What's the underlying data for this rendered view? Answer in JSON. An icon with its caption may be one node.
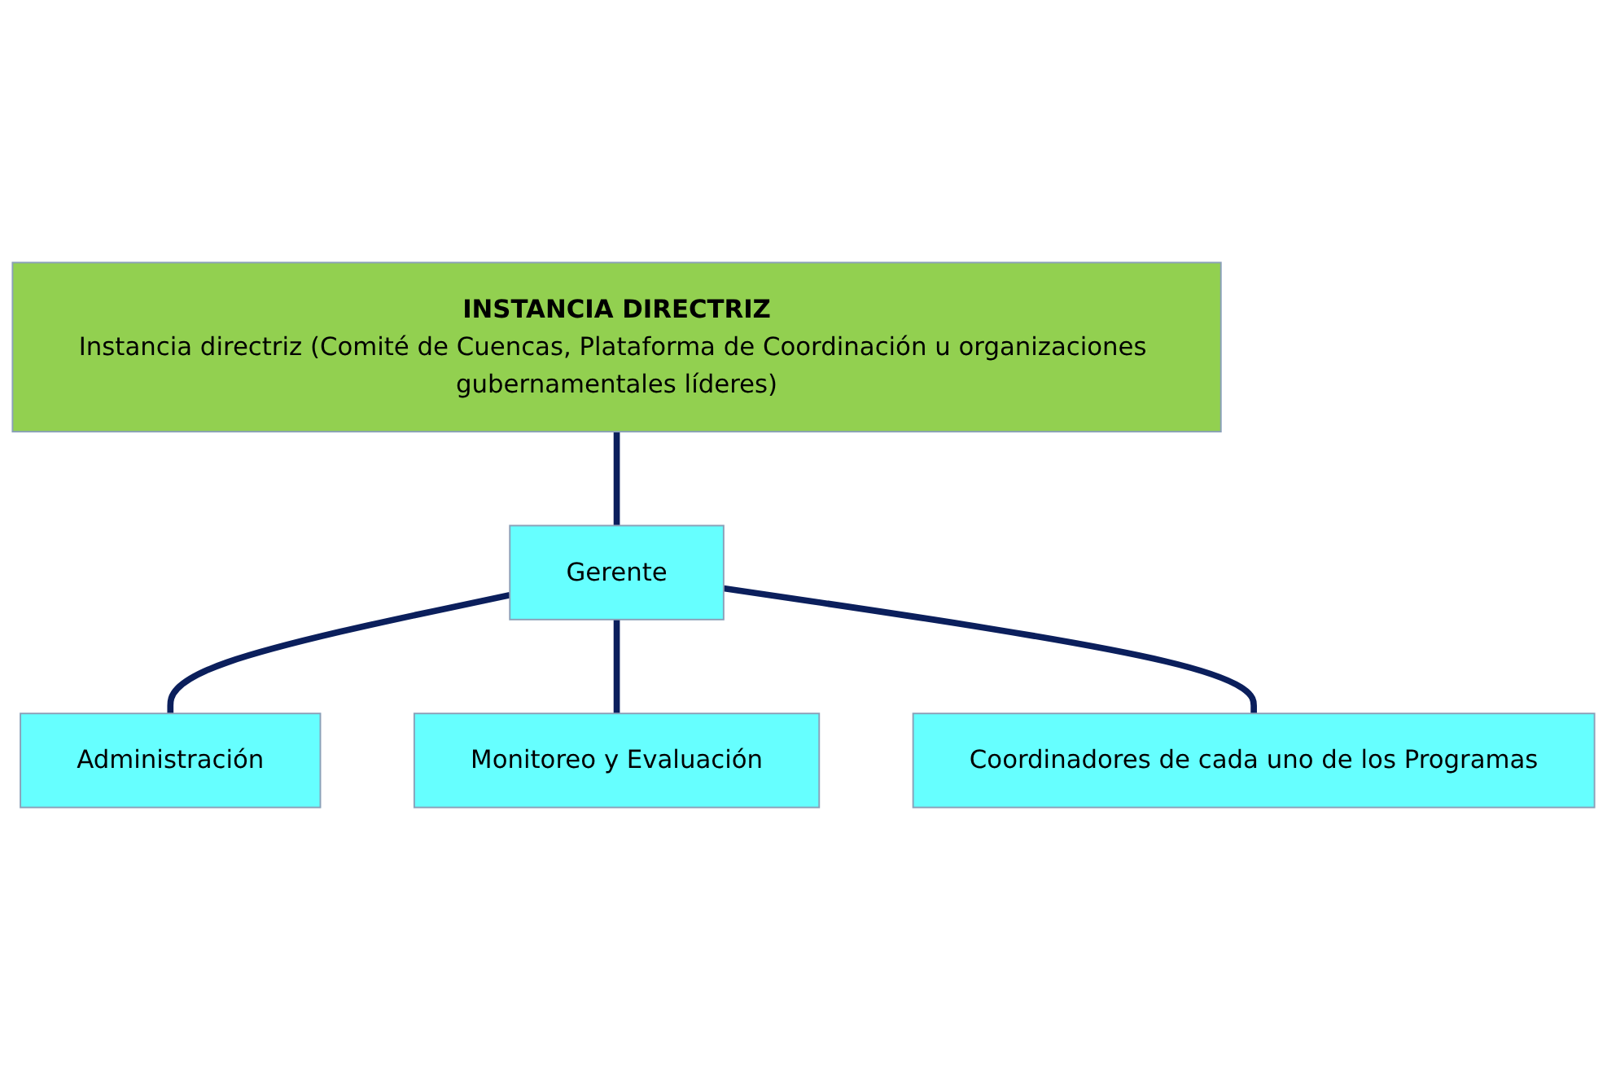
{
  "diagram": {
    "nodes": [
      {
        "text": [
          "INSTANCIA DIRECTRIZ",
          "Instancia directriz (Comité de Cuencas, Plataforma de Coordinación u organizaciones gubernamentales líderes)"
        ]
      },
      {
        "text": [
          "Gerente"
        ]
      },
      {
        "text": [
          "Administración"
        ]
      },
      {
        "text": [
          "Monitoreo y Evaluación"
        ]
      },
      {
        "text": [
          "Coordinadores de cada uno de los Programas"
        ]
      }
    ],
    "edges": [
      {
        "from": 0,
        "to": 1,
        "arrow": "none"
      },
      {
        "from": 1,
        "to": 2,
        "arrow": "none"
      },
      {
        "from": 1,
        "to": 3,
        "arrow": "none"
      },
      {
        "from": 1,
        "to": 4,
        "arrow": "none"
      }
    ]
  }
}
